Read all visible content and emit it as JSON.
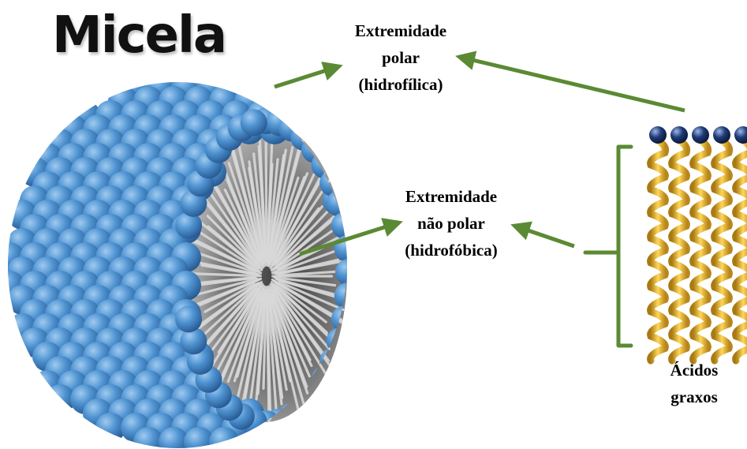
{
  "title": "Micela",
  "labels": {
    "polar": [
      "Extremidade",
      "polar",
      "(hidrofílica)"
    ],
    "nonpolar": [
      "Extremidade",
      "não polar",
      "(hidrofóbica)"
    ],
    "acids": [
      "Ácidos",
      "graxos"
    ]
  },
  "colors": {
    "head_sphere": "#4f93d1",
    "tail_rod": "#d9d9d9",
    "arrow": "#5a8a33",
    "chain": "#e8b42e",
    "chain_head": "#1f3a78"
  },
  "fatty_acid_count": 5
}
